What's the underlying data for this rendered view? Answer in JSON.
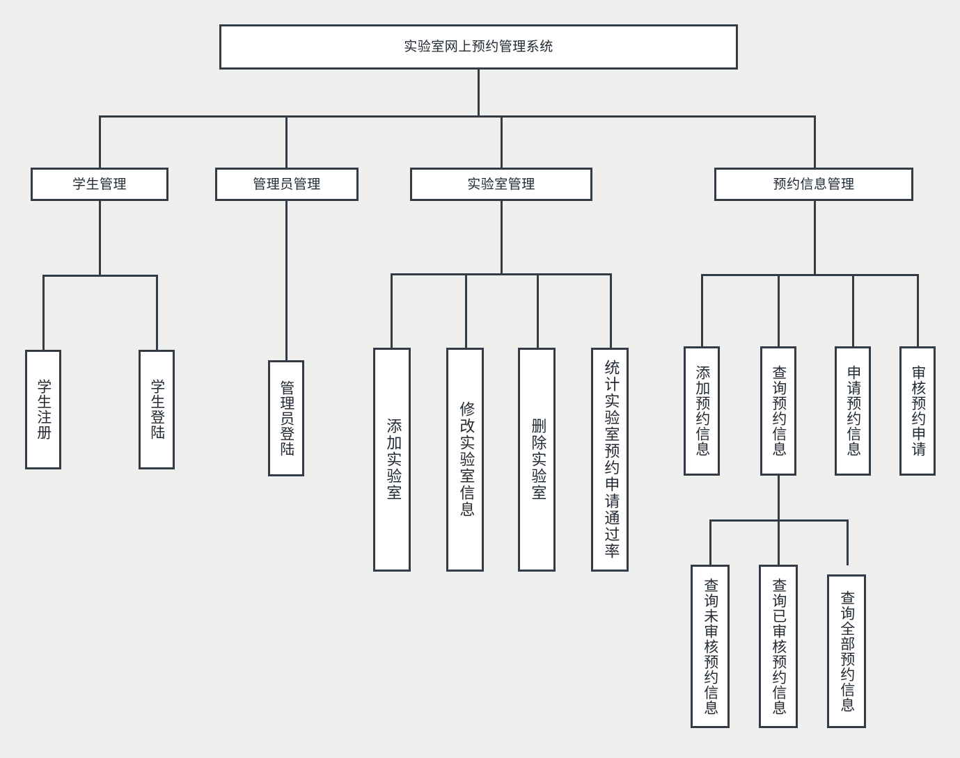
{
  "diagram": {
    "title": "实验室网上预约管理系统",
    "type": "tree-hierarchy",
    "colors": {
      "background": "#efefee",
      "node_fill": "#ffffff",
      "node_border": "#333b47",
      "connector": "#333b47",
      "text": "#222a33"
    },
    "nodes": {
      "root": {
        "label": "实验室网上预约管理系统"
      },
      "level2": [
        {
          "id": "student-management",
          "label": "学生管理"
        },
        {
          "id": "admin-management",
          "label": "管理员管理"
        },
        {
          "id": "lab-management",
          "label": "实验室管理"
        },
        {
          "id": "reservation-info-management",
          "label": "预约信息管理"
        }
      ],
      "student_children": [
        {
          "id": "student-register",
          "label": "学生注册"
        },
        {
          "id": "student-login",
          "label": "学生登陆"
        }
      ],
      "admin_children": [
        {
          "id": "admin-login",
          "label": "管理员登陆"
        }
      ],
      "lab_children": [
        {
          "id": "add-lab",
          "label": "添加实验室"
        },
        {
          "id": "modify-lab-info",
          "label": "修改实验室信息"
        },
        {
          "id": "delete-lab",
          "label": "删除实验室"
        },
        {
          "id": "lab-approval-rate-stats",
          "label": "统计实验室预约申请通过率"
        }
      ],
      "reservation_children": [
        {
          "id": "add-reservation-info",
          "label": "添加预约信息"
        },
        {
          "id": "query-reservation-info",
          "label": "查询预约信息"
        },
        {
          "id": "apply-reservation-info",
          "label": "申请预约信息"
        },
        {
          "id": "review-reservation-application",
          "label": "审核预约申请"
        }
      ],
      "query_children": [
        {
          "id": "query-unreviewed",
          "label": "查询未审核预约信息"
        },
        {
          "id": "query-reviewed",
          "label": "查询已审核预约信息"
        },
        {
          "id": "query-all",
          "label": "查询全部预约信息"
        }
      ]
    }
  }
}
